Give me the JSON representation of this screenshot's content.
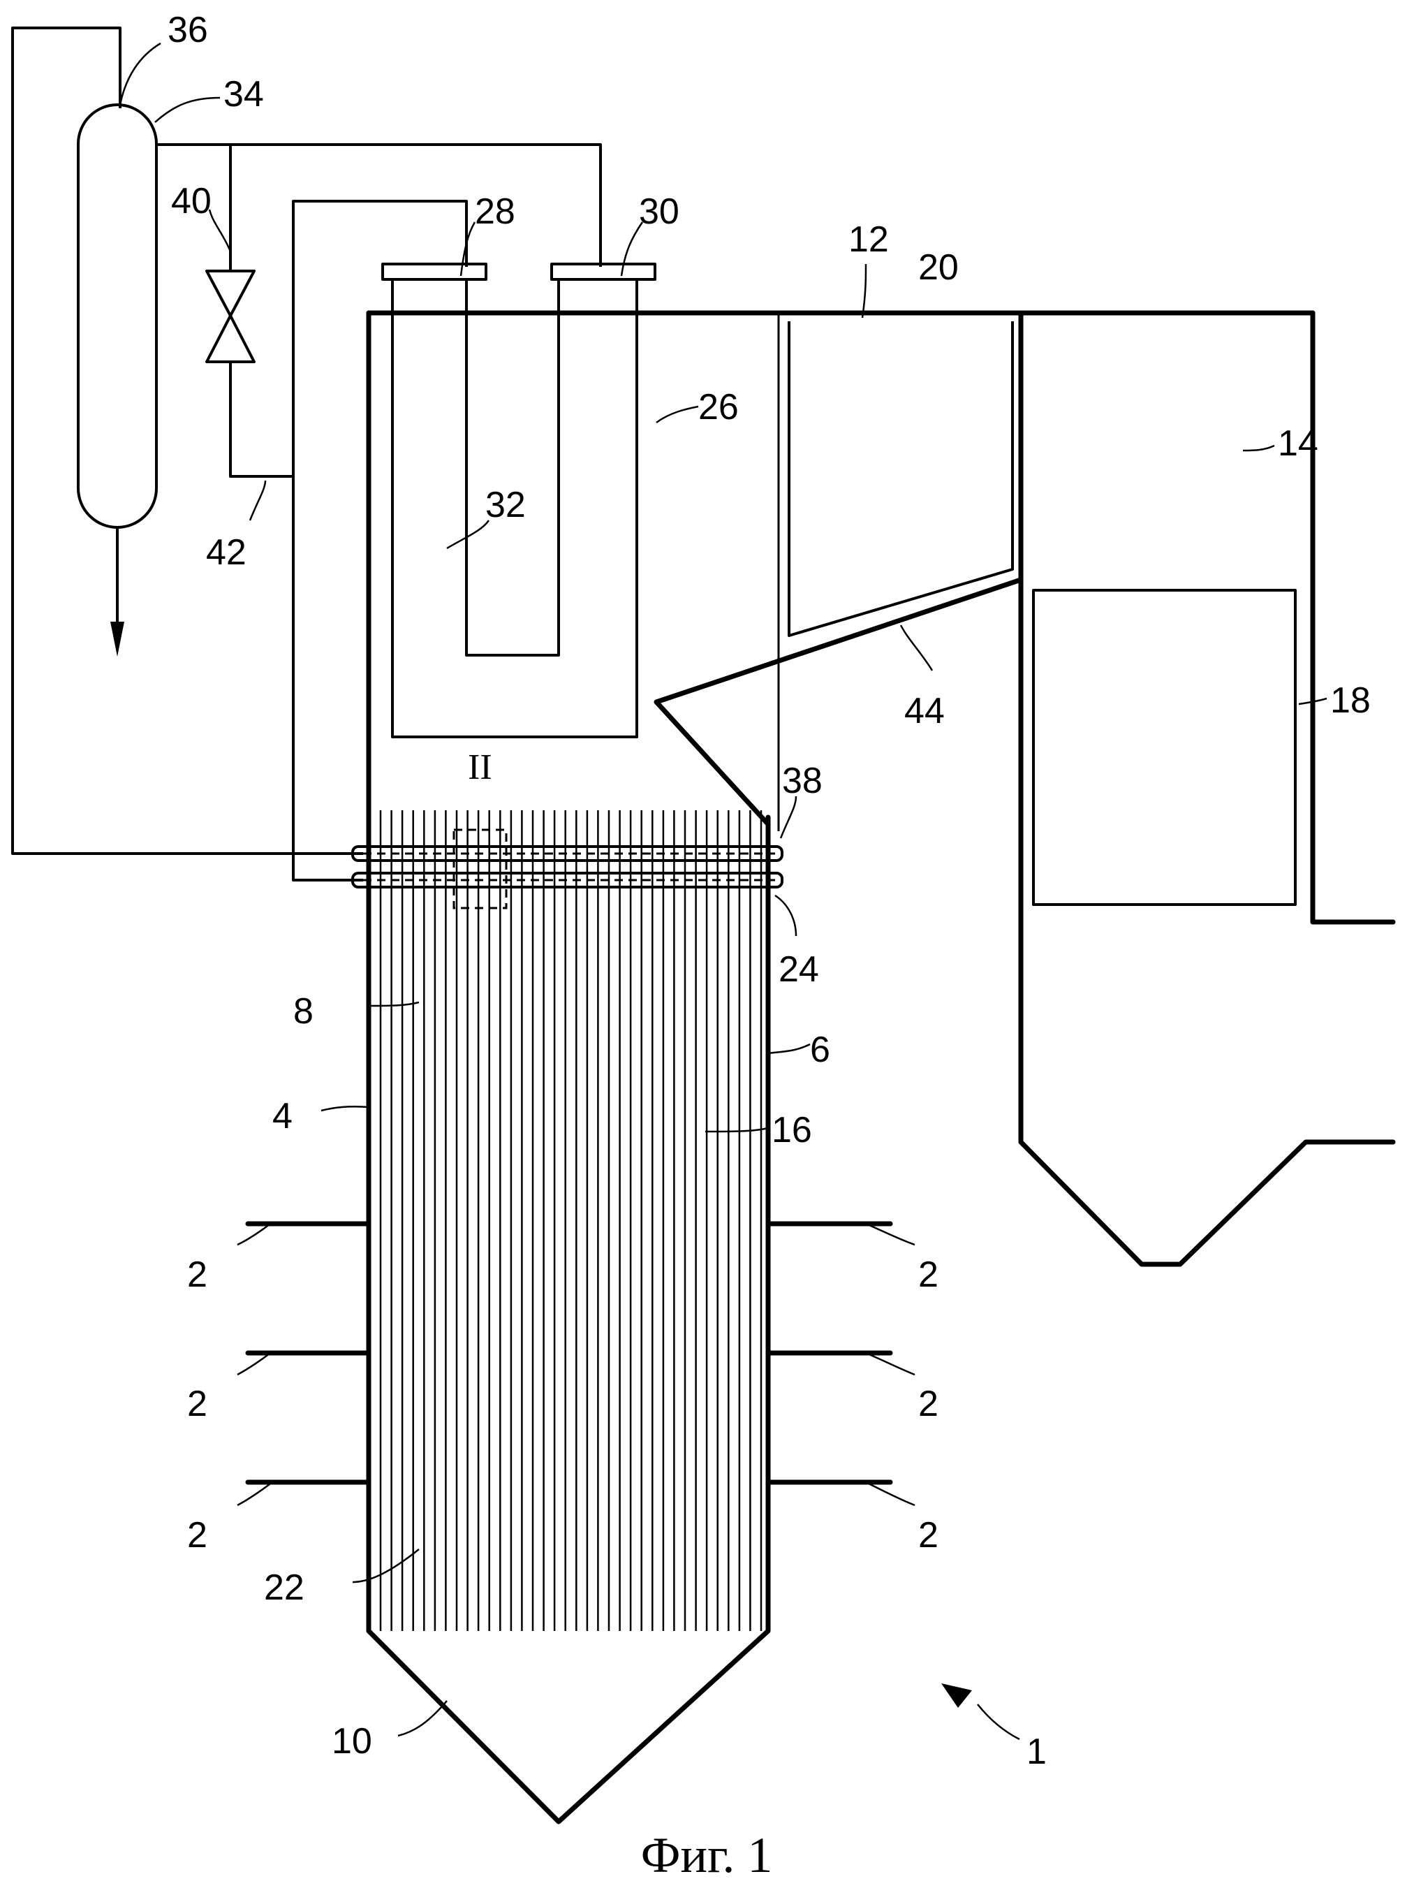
{
  "figure": {
    "caption": "Фиг. 1",
    "labels": {
      "l1": "1",
      "l2": "2",
      "l4": "4",
      "l6": "6",
      "l8": "8",
      "l10": "10",
      "l12": "12",
      "l14": "14",
      "l16": "16",
      "l18": "18",
      "l20": "20",
      "l22": "22",
      "l24": "24",
      "l26": "26",
      "l28": "28",
      "l30": "30",
      "l32": "32",
      "l34": "34",
      "l36": "36",
      "l38": "38",
      "l40": "40",
      "l42": "42",
      "l44": "44",
      "detail": "II"
    }
  }
}
